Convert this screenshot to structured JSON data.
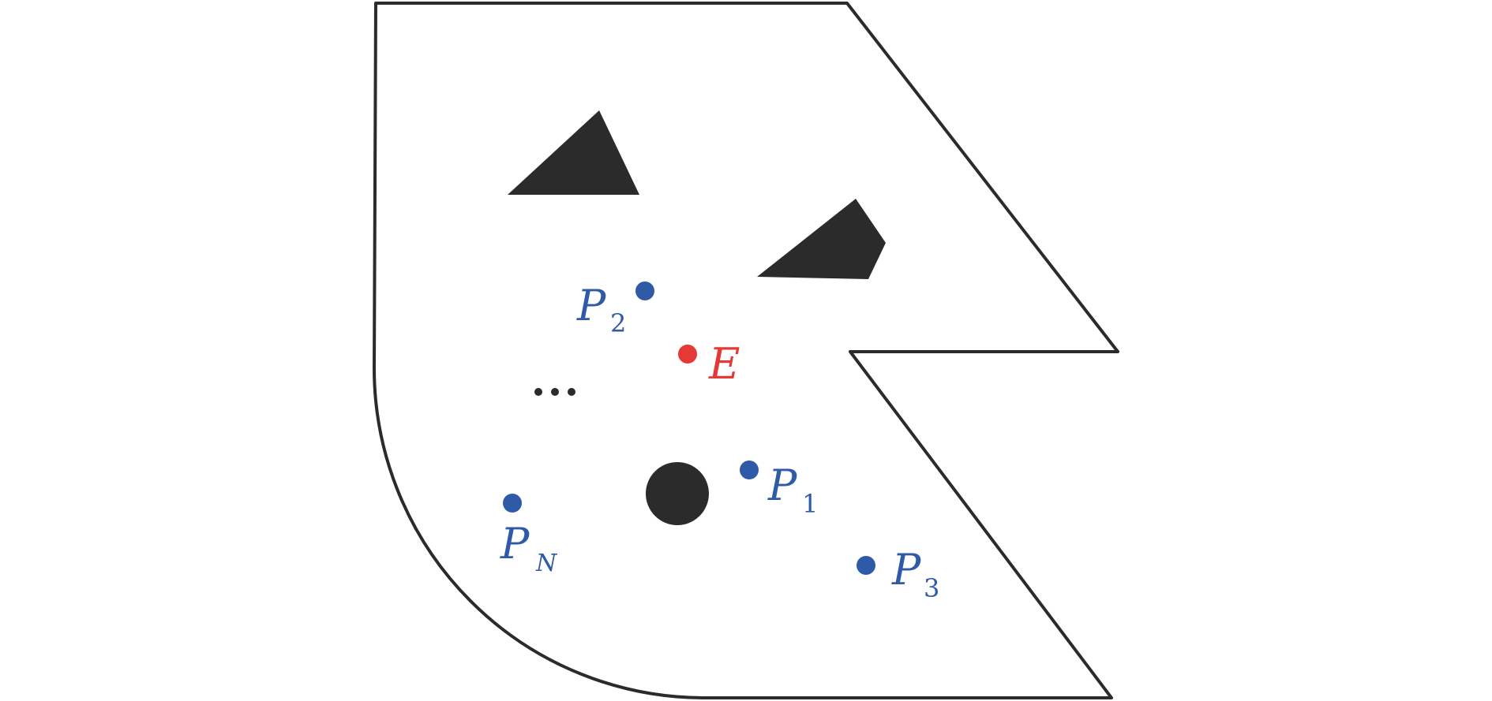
{
  "colors": {
    "boundary": "#2b2b2b",
    "obstacle": "#2b2b2b",
    "pursuer": "#2f5aa8",
    "evader": "#e53935",
    "ellipsis": "#2b2b2b"
  },
  "pursuers": [
    {
      "id": "P1",
      "letter": "P",
      "subscript": "1"
    },
    {
      "id": "P2",
      "letter": "P",
      "subscript": "2"
    },
    {
      "id": "P3",
      "letter": "P",
      "subscript": "3"
    },
    {
      "id": "PN",
      "letter": "P",
      "subscript": "N"
    }
  ],
  "evader": {
    "id": "E",
    "letter": "E"
  },
  "ellipsis": {
    "text": "..."
  },
  "obstacles": [
    {
      "shape": "triangle"
    },
    {
      "shape": "quadrilateral"
    },
    {
      "shape": "circle"
    }
  ]
}
